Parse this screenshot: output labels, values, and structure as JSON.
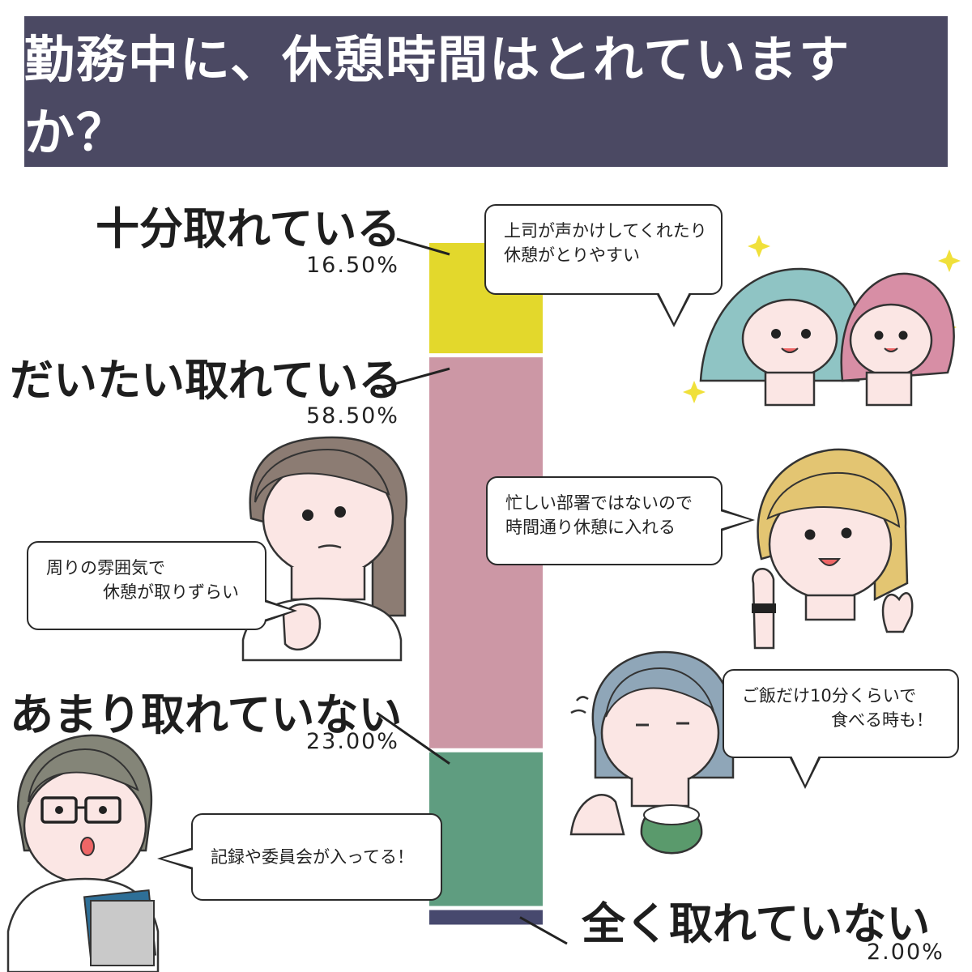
{
  "title": "勤務中に、休憩時間はとれていますか？",
  "chart_data": {
    "type": "bar",
    "stacked": true,
    "orientation": "vertical",
    "unit": "%",
    "categories": [
      "十分取れている",
      "だいたい取れている",
      "あまり取れていない",
      "全く取れていない"
    ],
    "values": [
      16.5,
      58.5,
      23.0,
      2.0
    ],
    "value_labels": [
      "16.50%",
      "58.50%",
      "23.00%",
      "2.00%"
    ],
    "colors": [
      "#e3d82c",
      "#cc97a5",
      "#5f9d80",
      "#47496e"
    ]
  },
  "comments": [
    {
      "lines": [
        "上司が声かけしてくれたり",
        "休憩がとりやすい"
      ]
    },
    {
      "lines": [
        "周りの雰囲気で",
        "休憩が取りずらい"
      ]
    },
    {
      "lines": [
        "忙しい部署ではないので",
        "時間通り休憩に入れる"
      ]
    },
    {
      "lines": [
        "ご飯だけ10分くらいで",
        "食べる時も！"
      ]
    },
    {
      "lines": [
        "記録や委員会が入ってる！"
      ]
    }
  ],
  "illustrations": [
    "nurses-happy-illustration",
    "nurse-worried-illustration",
    "nurse-blonde-watch-illustration",
    "nurse-eating-illustration",
    "nurse-glasses-illustration"
  ]
}
